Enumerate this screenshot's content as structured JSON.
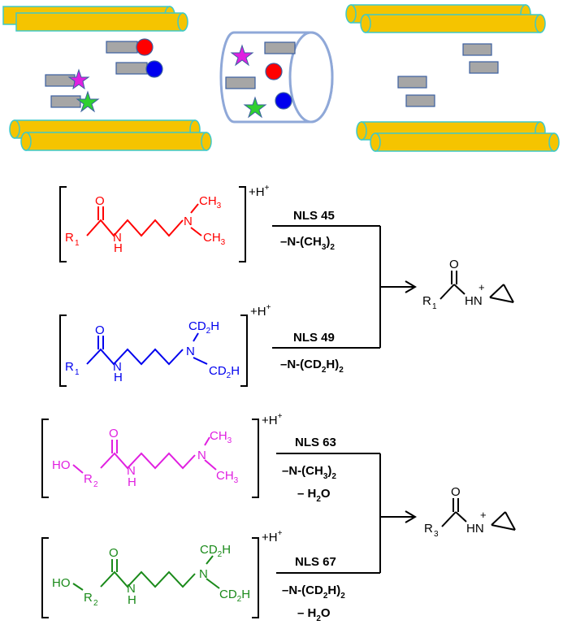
{
  "colors": {
    "tube_fill": "#F5C400",
    "tube_stroke": "#3EC9C9",
    "box_fill": "#A6A6A6",
    "box_stroke": "#3B5FA0",
    "cylinder_stroke": "#8FA8D8",
    "red": "#FF0000",
    "blue": "#0000EE",
    "magenta": "#E020E0",
    "green": "#30D030",
    "dark_green": "#1A8A1A",
    "text": "#000000"
  },
  "icons": [
    "star-icon",
    "circle-icon"
  ],
  "molecules": {
    "m1": {
      "R": "R",
      "sub": "1",
      "O": "O",
      "N": "N",
      "H": "H",
      "me_top": "CH",
      "me_top_sub": "3",
      "me_bot": "CH",
      "me_bot_sub": "3",
      "charge": "+H",
      "charge_sup": "+"
    },
    "m2": {
      "R": "R",
      "sub": "1",
      "O": "O",
      "N": "N",
      "H": "H",
      "me_top": "CD",
      "me_top_sub": "2",
      "me_top_tail": "H",
      "me_bot": "CD",
      "me_bot_sub": "2",
      "me_bot_tail": "H",
      "charge": "+H",
      "charge_sup": "+"
    },
    "m3": {
      "HO": "HO",
      "R": "R",
      "sub": "2",
      "O": "O",
      "N": "N",
      "H": "H",
      "me_top": "CH",
      "me_top_sub": "3",
      "me_bot": "CH",
      "me_bot_sub": "3",
      "charge": "+H",
      "charge_sup": "+"
    },
    "m4": {
      "HO": "HO",
      "R": "R",
      "sub": "2",
      "O": "O",
      "N": "N",
      "H": "H",
      "me_top": "CD",
      "me_top_sub": "2",
      "me_top_tail": "H",
      "me_bot": "CD",
      "me_bot_sub": "2",
      "me_bot_tail": "H",
      "charge": "+H",
      "charge_sup": "+"
    }
  },
  "reactions": {
    "r1_top_label": "NLS 45",
    "r1_top_loss_a": "–N-(CH",
    "r1_top_loss_sub": "3",
    "r1_top_loss_b": ")",
    "r1_top_loss_sub2": "2",
    "r1_bot_label": "NLS 49",
    "r1_bot_loss_a": "–N-(CD",
    "r1_bot_loss_sub": "2",
    "r1_bot_loss_b": "H)",
    "r1_bot_loss_sub2": "2",
    "r2_top_label": "NLS 63",
    "r2_top_loss_a": "–N-(CH",
    "r2_top_loss_sub": "3",
    "r2_top_loss_b": ")",
    "r2_top_loss_sub2": "2",
    "r2_top_water_a": "– H",
    "r2_top_water_sub": "2",
    "r2_top_water_b": "O",
    "r2_bot_label": "NLS 67",
    "r2_bot_loss_a": "–N-(CD",
    "r2_bot_loss_sub": "2",
    "r2_bot_loss_b": "H)",
    "r2_bot_loss_sub2": "2",
    "r2_bot_water_a": "– H",
    "r2_bot_water_sub": "2",
    "r2_bot_water_b": "O"
  },
  "products": {
    "p1": {
      "R": "R",
      "sub": "1",
      "O": "O",
      "HN": "HN",
      "plus": "+"
    },
    "p2": {
      "R": "R",
      "sub": "3",
      "O": "O",
      "HN": "HN",
      "plus": "+"
    }
  }
}
